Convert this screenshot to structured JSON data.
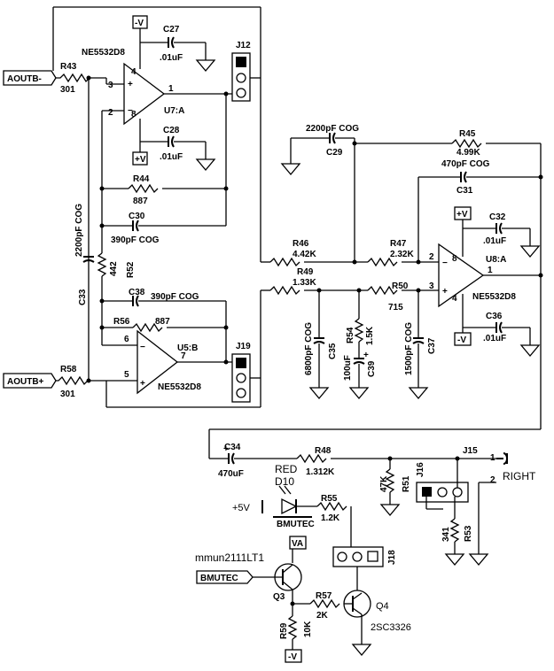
{
  "ports": {
    "aoutb_minus": "AOUTB-",
    "aoutb_plus": "AOUTB+",
    "bmutec_in": "BMUTEC",
    "neg_v": "-V",
    "pos_v": "+V",
    "va": "VA"
  },
  "chips": {
    "u7": {
      "part": "NE5532D8",
      "ref": "U7:A",
      "pin_plus": "3",
      "pin_minus": "2",
      "pin_out": "1",
      "pin_v": "4",
      "pin_gnd": "8"
    },
    "u5": {
      "part": "NE5532D8",
      "ref": "U5:B",
      "pin_plus": "5",
      "pin_minus": "6",
      "pin_out": "7"
    },
    "u8": {
      "part": "NE5532D8",
      "ref": "U8:A",
      "pin_plus": "3",
      "pin_minus": "2",
      "pin_out": "1",
      "pin_v": "4",
      "pin_gnd": "8"
    }
  },
  "resistors": {
    "r43": {
      "ref": "R43",
      "val": "301"
    },
    "r58": {
      "ref": "R58",
      "val": "301"
    },
    "r44": {
      "ref": "R44",
      "val": "887"
    },
    "r56": {
      "ref": "R56",
      "val": "887"
    },
    "r52": {
      "ref": "R52",
      "val": "442"
    },
    "r46": {
      "ref": "R46",
      "val": "4.42K"
    },
    "r49": {
      "ref": "R49",
      "val": "1.33K"
    },
    "r47": {
      "ref": "R47",
      "val": "2.32K"
    },
    "r50": {
      "ref": "R50",
      "val": "715"
    },
    "r45": {
      "ref": "R45",
      "val": "4.99K"
    },
    "r54": {
      "ref": "R54",
      "val": "1.5K"
    },
    "r48": {
      "ref": "R48",
      "val": "1.312K"
    },
    "r51": {
      "ref": "R51",
      "val": "47K"
    },
    "r53": {
      "ref": "R53",
      "val": "341"
    },
    "r55": {
      "ref": "R55",
      "val": "1.2K"
    },
    "r57": {
      "ref": "R57",
      "val": "2K"
    },
    "r59": {
      "ref": "R59",
      "val": "10K"
    }
  },
  "capacitors": {
    "c27": {
      "ref": "C27",
      "val": ".01uF"
    },
    "c28": {
      "ref": "C28",
      "val": ".01uF"
    },
    "c30": {
      "ref": "C30",
      "val": "390pF COG"
    },
    "c38": {
      "ref": "C38",
      "val": "390pF COG"
    },
    "c33": {
      "ref": "C33",
      "val": "2200pF COG"
    },
    "c29": {
      "ref": "C29",
      "val": "2200pF COG"
    },
    "c31": {
      "ref": "C31",
      "val": "470pF COG"
    },
    "c32": {
      "ref": "C32",
      "val": ".01uF"
    },
    "c36": {
      "ref": "C36",
      "val": ".01uF"
    },
    "c35": {
      "ref": "C35",
      "val": "6800pF COG"
    },
    "c39": {
      "ref": "C39",
      "val": "100uF"
    },
    "c37": {
      "ref": "C37",
      "val": "1500pF COG"
    },
    "c34": {
      "ref": "C34",
      "val": "470uF"
    }
  },
  "connectors": {
    "j12": "J12",
    "j19": "J19",
    "j15": "J15",
    "j16": "J16",
    "j18": "J18",
    "j15_pin1": "1",
    "j15_pin2": "2"
  },
  "output": {
    "right": "RIGHT"
  },
  "led": {
    "color": "RED",
    "ref": "D10",
    "supply": "+5V",
    "net": "BMUTEC"
  },
  "q3": {
    "part": "mmun2111LT1",
    "ref": "Q3"
  },
  "q4": {
    "ref": "Q4",
    "part": "2SC3326"
  }
}
